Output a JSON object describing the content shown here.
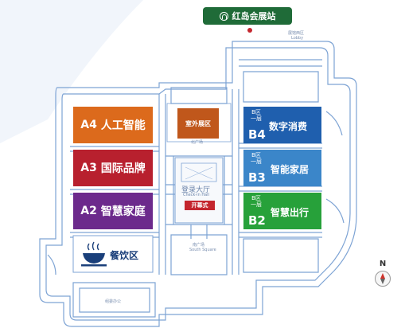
{
  "station": {
    "label": "红岛会展站"
  },
  "halls": {
    "a4": {
      "code": "A4",
      "name": "人工智能",
      "color": "#dc6a1c"
    },
    "a3": {
      "code": "A3",
      "name": "国际品牌",
      "color": "#b8202e"
    },
    "a2": {
      "code": "A2",
      "name": "智慧家庭",
      "color": "#6c2a8c"
    },
    "b4": {
      "zone": "B区一层",
      "code": "B4",
      "name": "数字消费",
      "color": "#1f5fae"
    },
    "b3": {
      "zone": "B区一层",
      "code": "B3",
      "name": "智能家居",
      "color": "#3b86c9"
    },
    "b2": {
      "zone": "B区一层",
      "code": "B2",
      "name": "智慧出行",
      "color": "#27a13a"
    }
  },
  "areas": {
    "outdoor": {
      "label": "室外展区",
      "sub": "北广场",
      "color": "#c0571b"
    },
    "checkin": {
      "label": "登录大厅",
      "sub": "Check-in Hall"
    },
    "opening": {
      "label": "开幕式",
      "color": "#c4262e"
    },
    "dining": {
      "label": "餐饮区",
      "icon": "bowl-icon"
    },
    "south_square": {
      "label": "南广场",
      "sub": "South Square"
    },
    "office": {
      "label": "组委办公"
    },
    "top_right": {
      "label": "展馆西区",
      "sub": "Lobby"
    }
  },
  "compass": {
    "label": "N",
    "icon": "compass-icon"
  },
  "colors": {
    "road": "#7da3d4",
    "dining_text": "#1a3f7a"
  }
}
